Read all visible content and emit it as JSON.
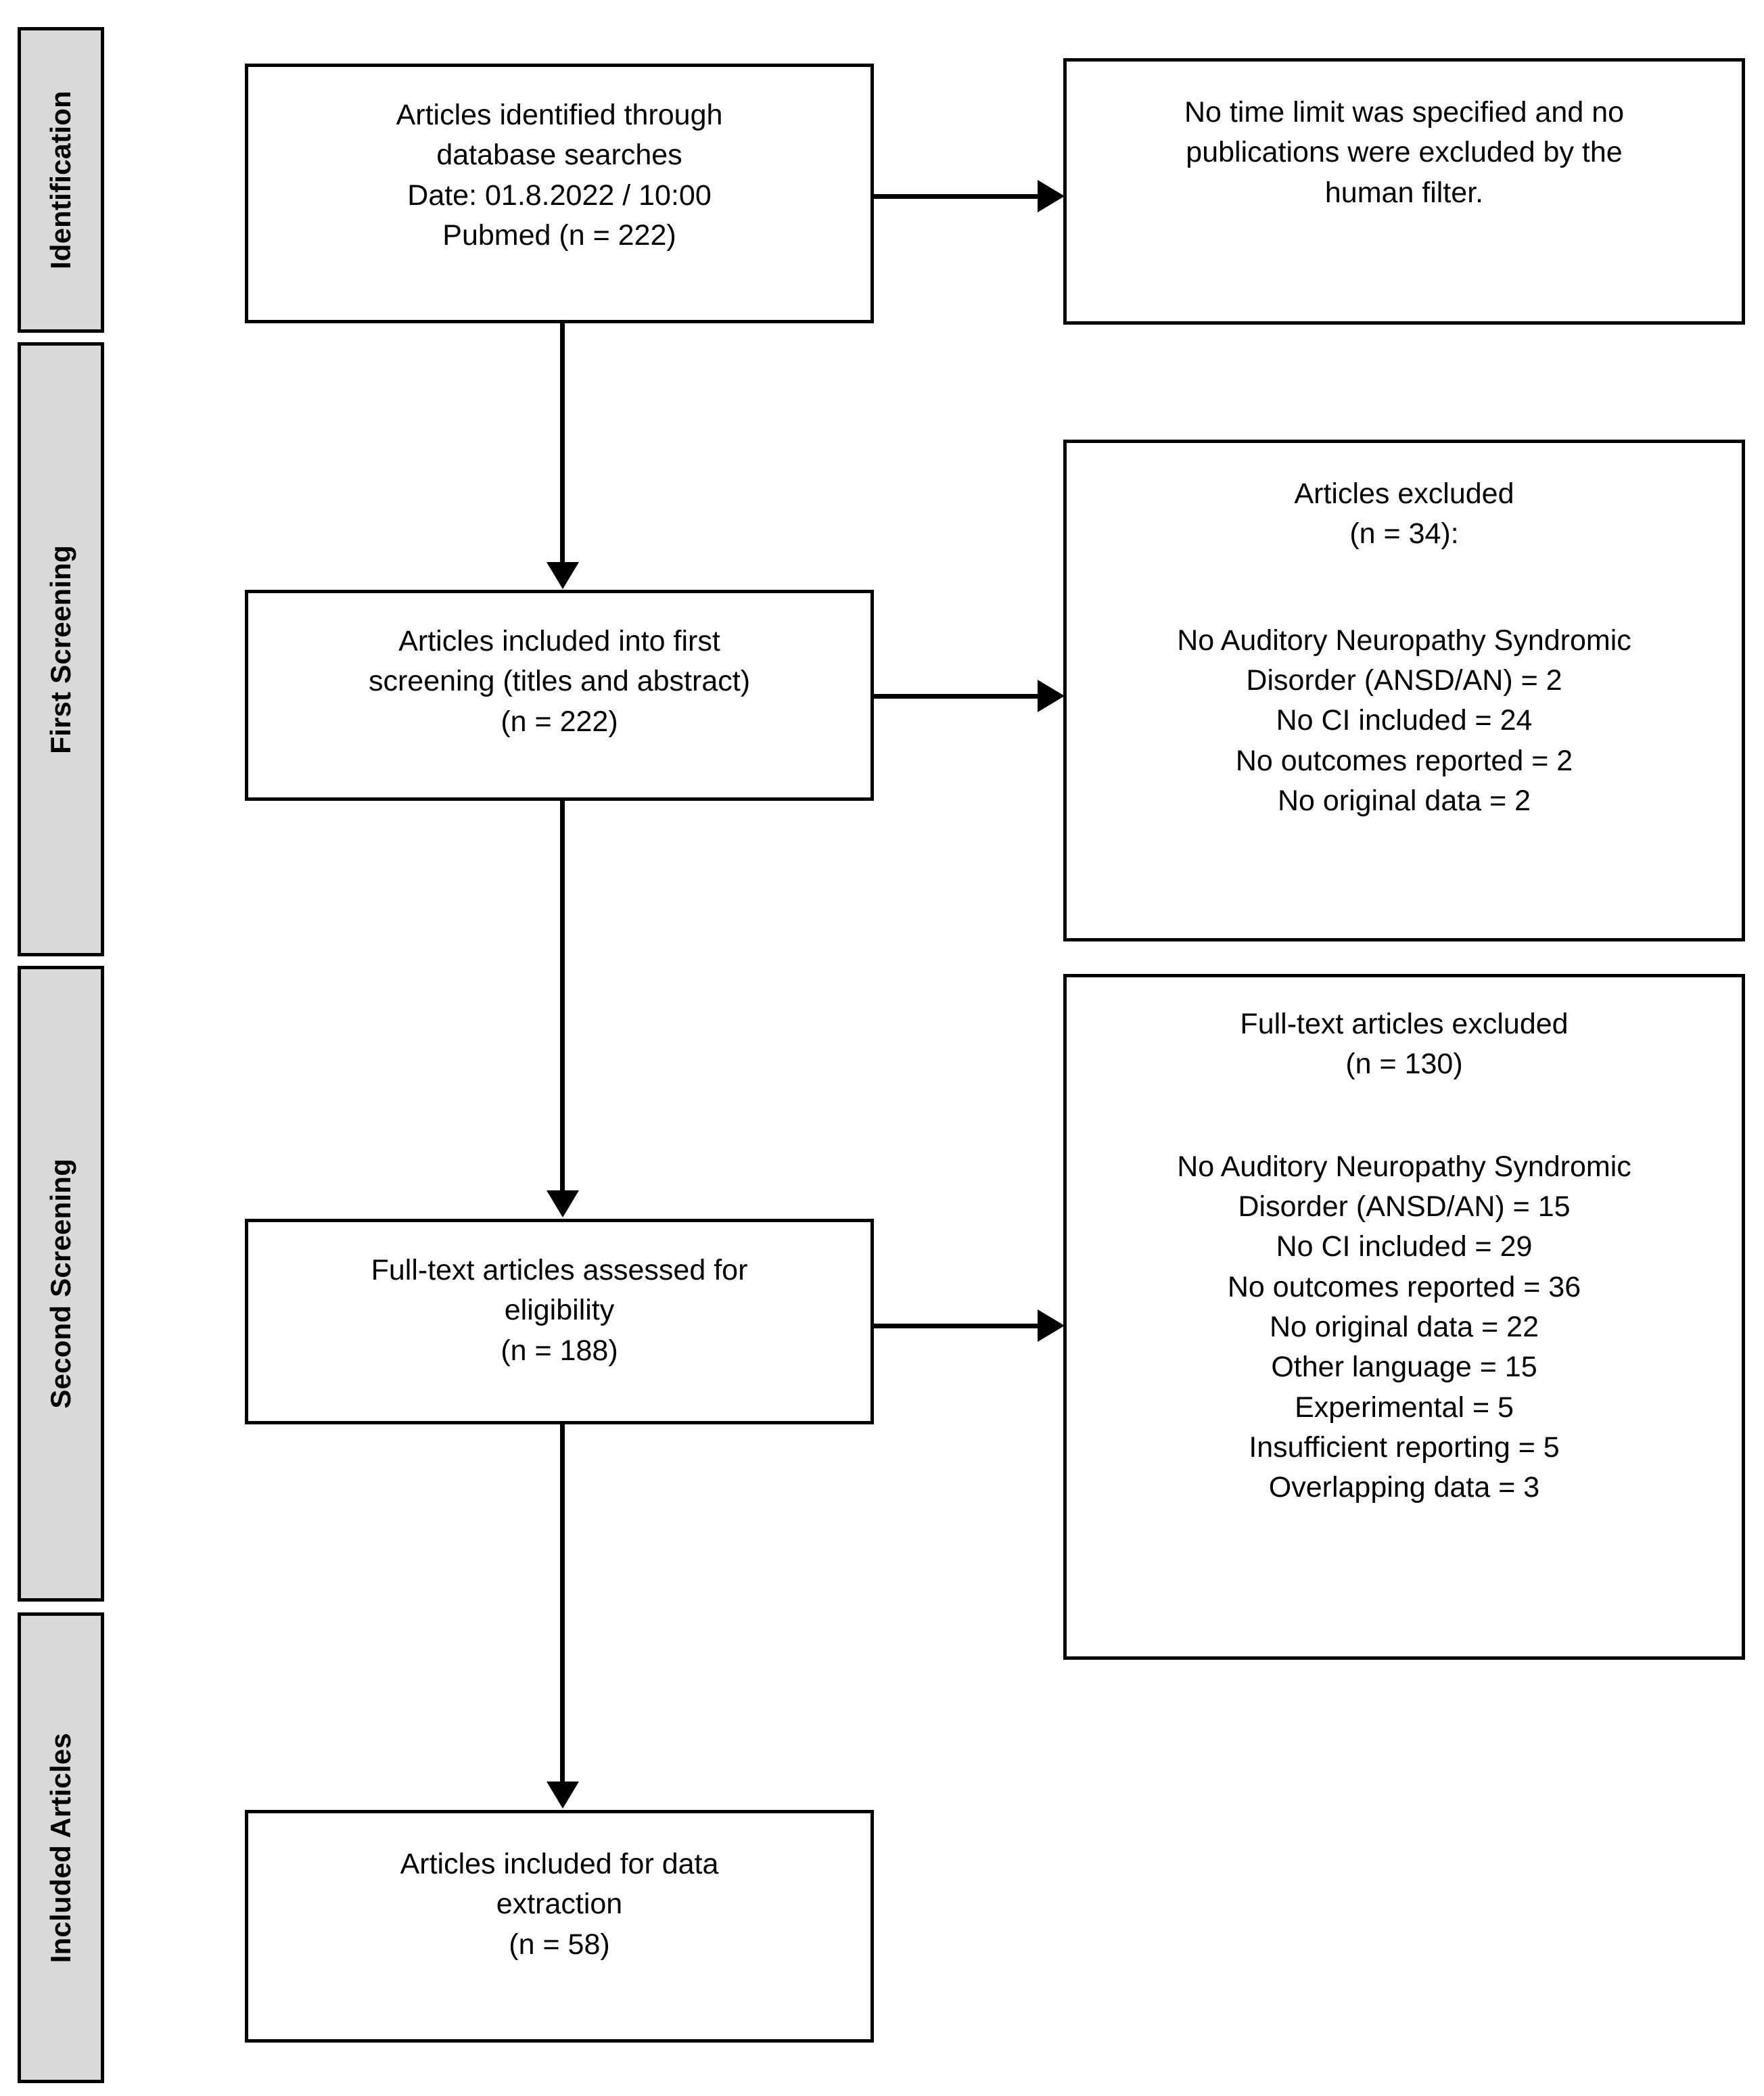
{
  "diagram": {
    "type": "prisma-flow-diagram",
    "stages": [
      {
        "id": "identification",
        "label": "Identification"
      },
      {
        "id": "first-screening",
        "label": "First Screening"
      },
      {
        "id": "second-screening",
        "label": "Second Screening"
      },
      {
        "id": "included-articles",
        "label": "Included Articles"
      }
    ],
    "boxes": {
      "identified": {
        "id": "articles-identified",
        "text": "Articles identified through\ndatabase searches\nDate: 01.8.2022 / 10:00\nPubmed (n = 222)",
        "lines": [
          "Articles identified through",
          "database searches",
          "Date: 01.8.2022 / 10:00",
          "Pubmed (n = 222)"
        ],
        "count": 222,
        "source": "Pubmed",
        "search_date": "01.8.2022",
        "search_time": "10:00"
      },
      "time_limit_note": {
        "id": "time-limit-note",
        "text": "No time limit was specified and no\npublications were excluded by the\nhuman filter.",
        "lines": [
          "No time limit was specified and no",
          "publications were excluded by the",
          "human filter."
        ]
      },
      "first_screening": {
        "id": "articles-first-screening",
        "text": "Articles included into first\nscreening (titles and abstract)\n(n = 222)",
        "lines": [
          "Articles included into first",
          "screening (titles and abstract)",
          "(n = 222)"
        ],
        "count": 222
      },
      "first_excluded": {
        "id": "articles-excluded-first",
        "header": "Articles excluded\n(n = 34):",
        "header_lines": [
          "Articles excluded",
          "(n = 34):"
        ],
        "count": 34,
        "reasons_text": "No Auditory Neuropathy Syndromic\nDisorder (ANSD/AN) = 2\nNo CI included = 24\nNo outcomes reported = 2\nNo original data = 2",
        "reasons": [
          {
            "label": "No Auditory Neuropathy Syndromic Disorder (ANSD/AN)",
            "value": 2
          },
          {
            "label": "No CI included",
            "value": 24
          },
          {
            "label": "No outcomes reported",
            "value": 2
          },
          {
            "label": "No original data",
            "value": 2
          }
        ]
      },
      "second_screening": {
        "id": "full-text-assessed",
        "text": "Full-text articles assessed for\neligibility\n(n = 188)",
        "lines": [
          "Full-text articles assessed for",
          "eligibility",
          "(n = 188)"
        ],
        "count": 188
      },
      "second_excluded": {
        "id": "full-text-excluded",
        "header": "Full-text articles excluded\n(n = 130)",
        "header_lines": [
          "Full-text articles excluded",
          "(n = 130)"
        ],
        "count": 130,
        "reasons_text": "No Auditory Neuropathy Syndromic\nDisorder (ANSD/AN) = 15\nNo CI included = 29\nNo outcomes reported = 36\nNo original data = 22\nOther language = 15\nExperimental = 5\nInsufficient reporting = 5\nOverlapping data = 3",
        "reasons": [
          {
            "label": "No Auditory Neuropathy Syndromic Disorder (ANSD/AN)",
            "value": 15
          },
          {
            "label": "No CI included",
            "value": 29
          },
          {
            "label": "No outcomes reported",
            "value": 36
          },
          {
            "label": "No original data",
            "value": 22
          },
          {
            "label": "Other language",
            "value": 15
          },
          {
            "label": "Experimental",
            "value": 5
          },
          {
            "label": "Insufficient reporting",
            "value": 5
          },
          {
            "label": "Overlapping data",
            "value": 3
          }
        ]
      },
      "included": {
        "id": "articles-included-extraction",
        "text": "Articles included for data\nextraction\n(n = 58)",
        "lines": [
          "Articles included for data",
          "extraction",
          "(n = 58)"
        ],
        "count": 58
      }
    },
    "colors": {
      "stage_bar_fill": "#d9d9d9",
      "box_fill": "#ffffff",
      "line": "#000000",
      "text": "#000000",
      "background": "#ffffff"
    }
  }
}
